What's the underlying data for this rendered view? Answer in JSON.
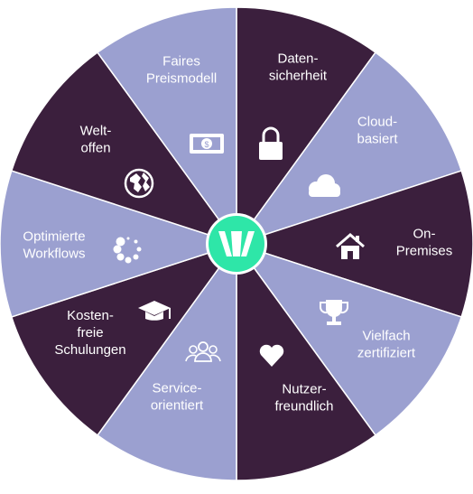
{
  "colors": {
    "dark": "#3b1f3d",
    "light": "#9ba0d0",
    "text": "#ffffff",
    "accent": "#2ee6a8"
  },
  "center_logo": {
    "name": "logo",
    "text": "W"
  },
  "segments": [
    {
      "lines": [
        "Daten-",
        "sicherheit"
      ],
      "icon": "lock-icon",
      "shade": "dark"
    },
    {
      "lines": [
        "Cloud-",
        "basiert"
      ],
      "icon": "cloud-icon",
      "shade": "light"
    },
    {
      "lines": [
        "On-",
        "Premises"
      ],
      "icon": "house-icon",
      "shade": "dark"
    },
    {
      "lines": [
        "Vielfach",
        "zertifiziert"
      ],
      "icon": "trophy-icon",
      "shade": "light"
    },
    {
      "lines": [
        "Nutzer-",
        "freundlich"
      ],
      "icon": "heart-icon",
      "shade": "dark"
    },
    {
      "lines": [
        "Service-",
        "orientiert"
      ],
      "icon": "people-icon",
      "shade": "light"
    },
    {
      "lines": [
        "Kosten-",
        "freie",
        "Schulungen"
      ],
      "icon": "graduation-cap-icon",
      "shade": "dark"
    },
    {
      "lines": [
        "Optimierte",
        "Workflows"
      ],
      "icon": "spinner-icon",
      "shade": "light"
    },
    {
      "lines": [
        "Welt-",
        "offen"
      ],
      "icon": "globe-icon",
      "shade": "dark"
    },
    {
      "lines": [
        "Faires",
        "Preismodell"
      ],
      "icon": "money-icon",
      "shade": "light"
    }
  ]
}
